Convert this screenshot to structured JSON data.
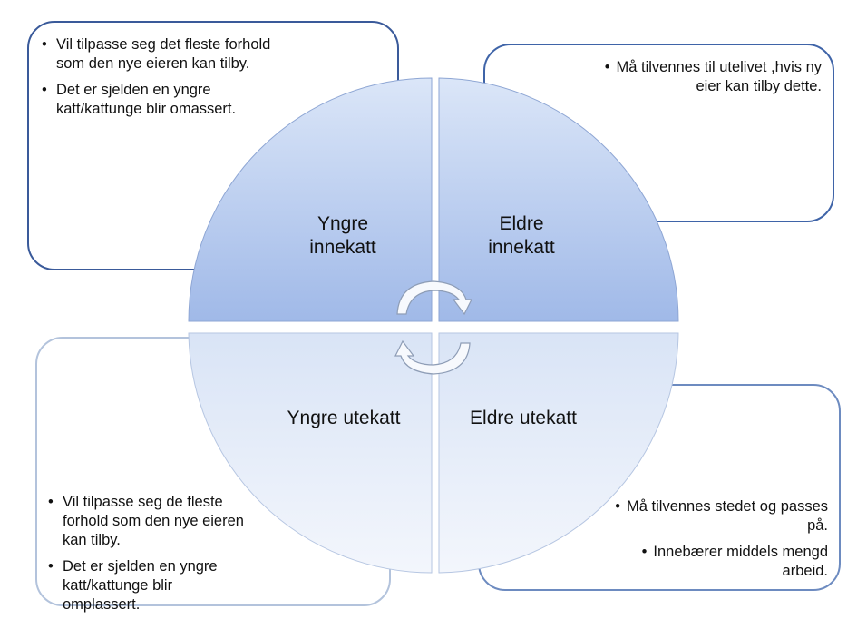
{
  "boxes": {
    "top_left": [
      "Vil tilpasse seg det fleste forhold som den nye eieren kan tilby.",
      "Det er sjelden en yngre katt/kattunge blir omassert."
    ],
    "top_right": [
      "Må tilvennes til utelivet ,hvis ny eier kan tilby dette."
    ],
    "bottom_left": [
      "Vil tilpasse seg de fleste forhold som den nye eieren kan tilby.",
      "Det er sjelden en yngre katt/kattunge blir omplassert."
    ],
    "bottom_right": [
      "Må tilvennes stedet og passes på.",
      "Innebærer middels mengd arbeid."
    ]
  },
  "quadrants": {
    "top_left": "Yngre innekatt",
    "top_right": "Eldre innekatt",
    "bottom_left": "Yngre utekatt",
    "bottom_right": "Eldre utekatt"
  },
  "icons": [
    "circular-arrows-icon"
  ],
  "colors": {
    "segment_top": "#a3bce9",
    "segment_bottom": "#dfe8f7",
    "box_border": "#3f64a8"
  }
}
